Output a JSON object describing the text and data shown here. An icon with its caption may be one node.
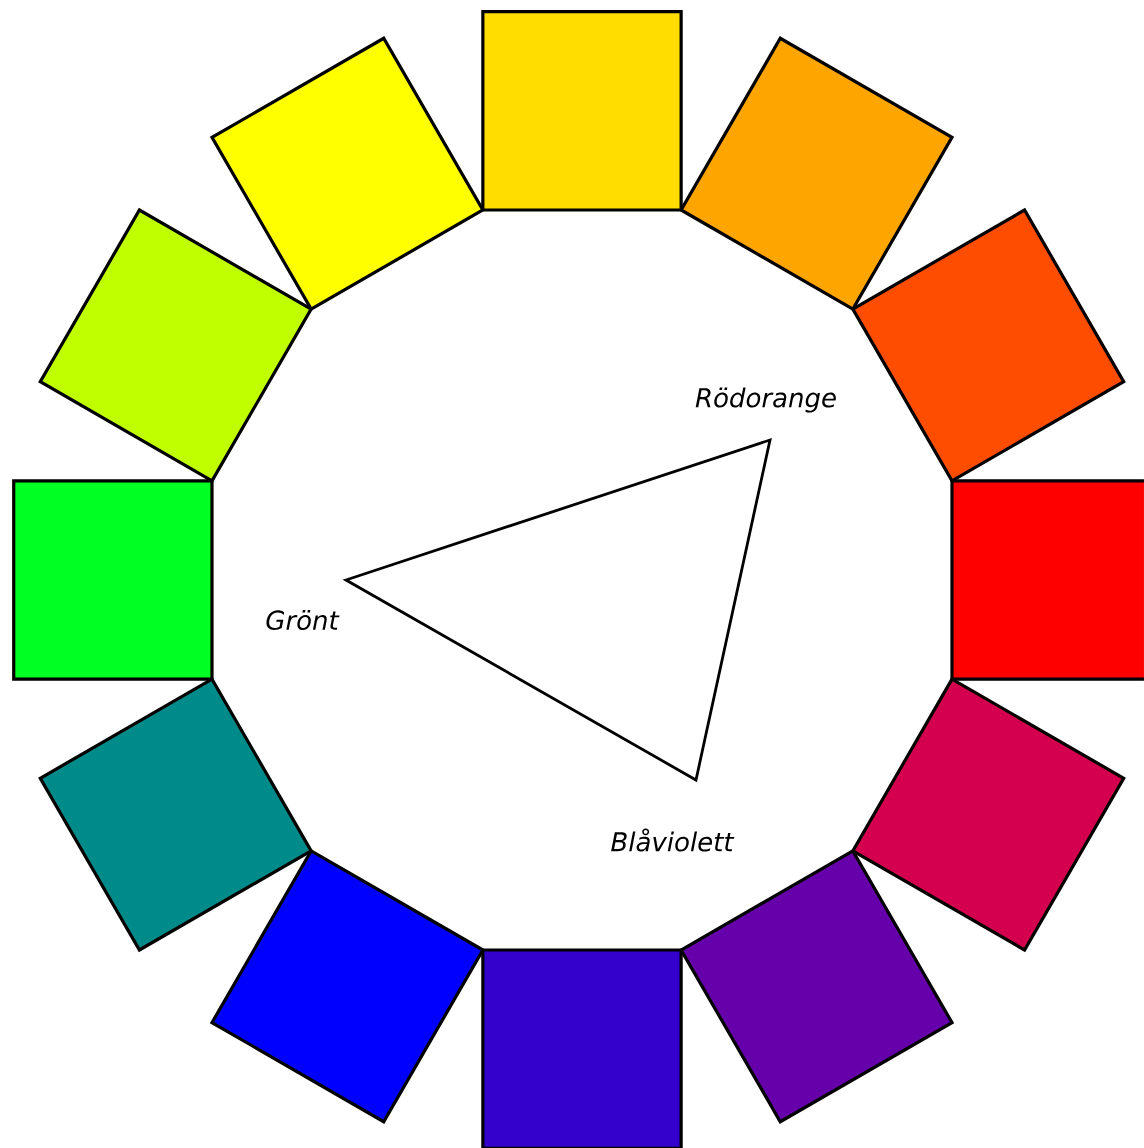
{
  "diagram": {
    "labels": [
      "Rödorange",
      "Grönt",
      "Blåviolett"
    ]
  }
}
